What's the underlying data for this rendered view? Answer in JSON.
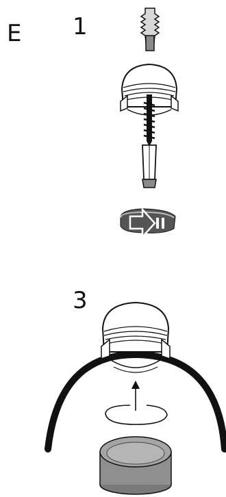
{
  "labels": {
    "section": "E",
    "step_1": "1",
    "step_3": "3"
  },
  "icons": {
    "wall_plug": "wall-plug-icon",
    "cap": "cap-icon",
    "screw": "screw-icon",
    "rotate": "rotate-arrow-icon",
    "cable": "cable-icon",
    "cover": "cover-icon"
  },
  "colors": {
    "ink": "#111111",
    "plug_fill": "#8a8a8a",
    "cover_fill": "#8f8f8f"
  }
}
